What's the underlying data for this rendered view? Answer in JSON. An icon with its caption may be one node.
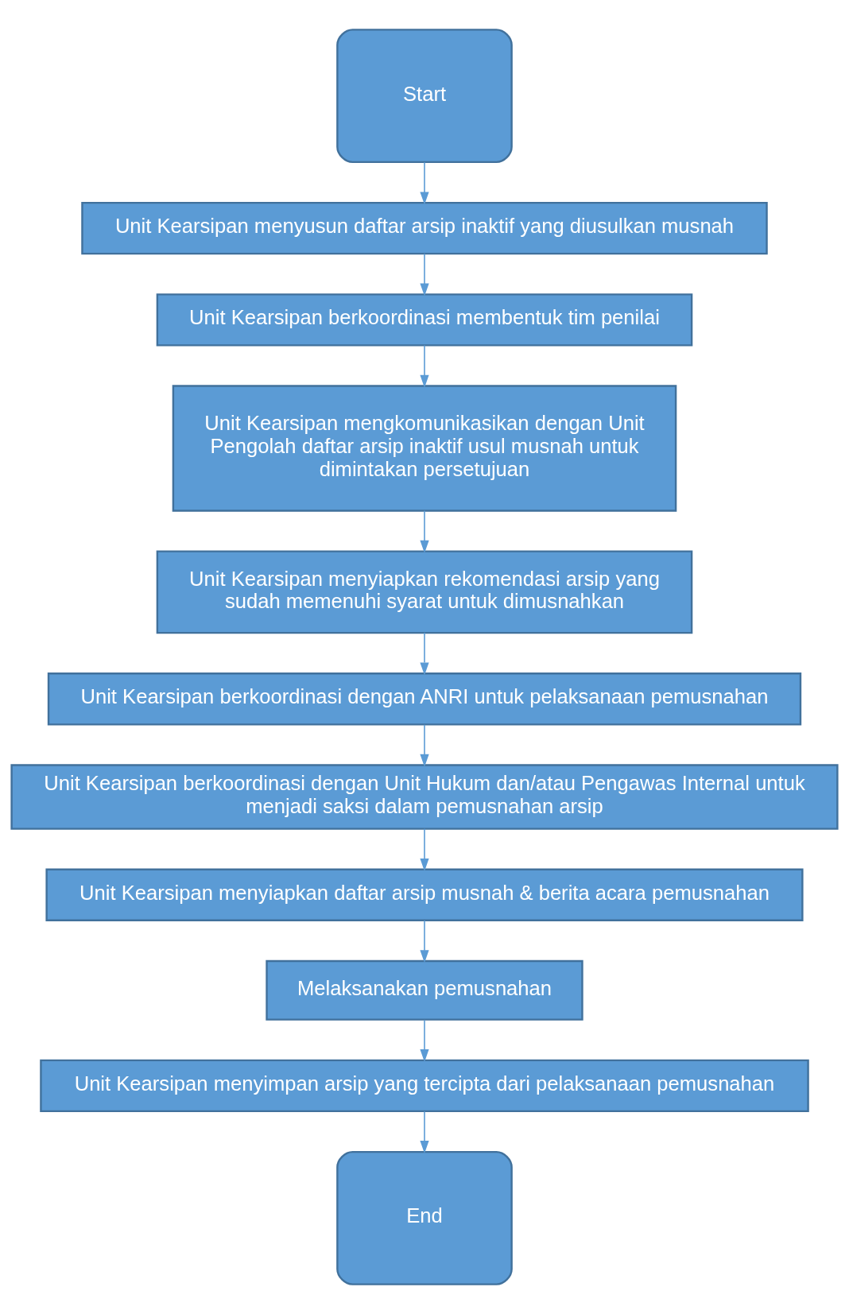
{
  "diagram": {
    "nodes": [
      {
        "text": [
          "Start"
        ]
      },
      {
        "text": [
          "Unit Kearsipan menyusun daftar arsip inaktif yang diusulkan musnah"
        ]
      },
      {
        "text": [
          "Unit Kearsipan berkoordinasi membentuk tim penilai"
        ]
      },
      {
        "text": [
          "Unit Kearsipan mengkomunikasikan dengan Unit Pengolah daftar arsip inaktif usul musnah untuk dimintakan persetujuan"
        ]
      },
      {
        "text": [
          "Unit Kearsipan menyiapkan rekomendasi arsip yang sudah memenuhi syarat untuk dimusnahkan"
        ]
      },
      {
        "text": [
          "Unit Kearsipan berkoordinasi dengan ANRI untuk pelaksanaan pemusnahan"
        ]
      },
      {
        "text": [
          "Unit Kearsipan berkoordinasi dengan Unit Hukum dan/atau Pengawas Internal untuk menjadi saksi dalam pemusnahan arsip"
        ]
      },
      {
        "text": [
          "Unit Kearsipan menyiapkan daftar arsip musnah & berita acara pemusnahan"
        ]
      },
      {
        "text": [
          "Melaksanakan pemusnahan"
        ]
      },
      {
        "text": [
          "Unit Kearsipan menyimpan arsip yang tercipta dari pelaksanaan pemusnahan"
        ]
      },
      {
        "text": [
          "End"
        ]
      }
    ],
    "edges": [
      {
        "from": 0,
        "to": 1,
        "arrow": "to"
      },
      {
        "from": 1,
        "to": 2,
        "arrow": "to"
      },
      {
        "from": 2,
        "to": 3,
        "arrow": "to"
      },
      {
        "from": 3,
        "to": 4,
        "arrow": "to"
      },
      {
        "from": 4,
        "to": 5,
        "arrow": "to"
      },
      {
        "from": 5,
        "to": 6,
        "arrow": "to"
      },
      {
        "from": 6,
        "to": 7,
        "arrow": "to"
      },
      {
        "from": 7,
        "to": 8,
        "arrow": "to"
      },
      {
        "from": 8,
        "to": 9,
        "arrow": "to"
      },
      {
        "from": 9,
        "to": 10,
        "arrow": "to"
      }
    ]
  }
}
